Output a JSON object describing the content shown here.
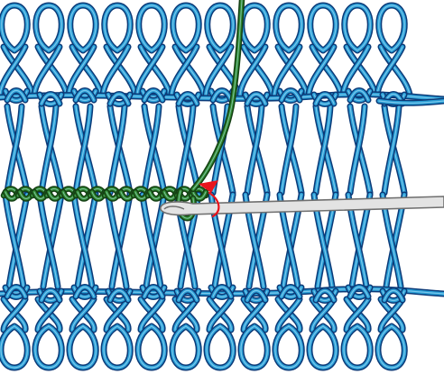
{
  "illustration": {
    "subject": "hairpin-lace-crochet-join",
    "colors": {
      "yarn_blue": "#2a9fd6",
      "yarn_blue_dark": "#0b3a78",
      "yarn_green": "#2f8a2f",
      "yarn_green_dark": "#143f14",
      "hook_fill": "#e3e3e3",
      "hook_outline": "#6f6f6f",
      "arrow_red": "#e8141c",
      "background": "#ffffff"
    },
    "strips": [
      {
        "name": "top-lace-strip",
        "loop_count": 12
      },
      {
        "name": "bottom-lace-strip",
        "loop_count": 12
      }
    ],
    "elements": [
      "blue-lace-loops",
      "green-joining-chain",
      "crochet-hook-icon",
      "red-direction-arrow-icon"
    ]
  }
}
